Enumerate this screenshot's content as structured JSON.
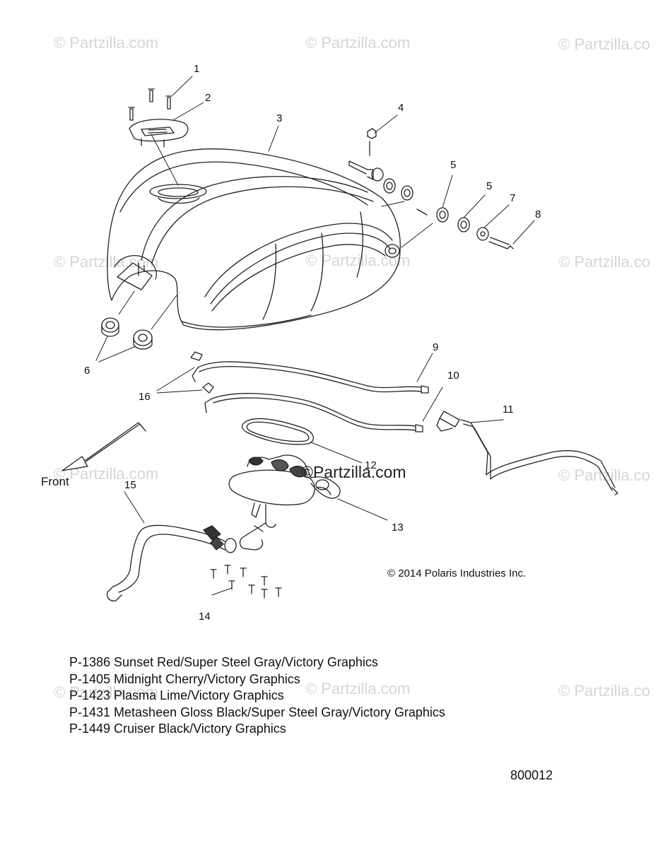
{
  "watermark": {
    "text": "© Partzilla.com",
    "text_cropped": "© Partzilla.co",
    "center_text": "©Partzilla.com"
  },
  "callouts": [
    "1",
    "2",
    "3",
    "4",
    "5",
    "5",
    "6",
    "7",
    "8",
    "9",
    "10",
    "11",
    "12",
    "13",
    "14",
    "15",
    "16"
  ],
  "front_label": "Front",
  "copyright": "© 2014 Polaris Industries Inc.",
  "legend": [
    "P-1386 Sunset Red/Super Steel Gray/Victory Graphics",
    "P-1405 Midnight Cherry/Victory Graphics",
    "P-1423 Plasma Lime/Victory Graphics",
    "P-1431 Metasheen Gloss Black/Super Steel Gray/Victory Graphics",
    "P-1449 Cruiser Black/Victory Graphics"
  ],
  "document_number": "800012"
}
